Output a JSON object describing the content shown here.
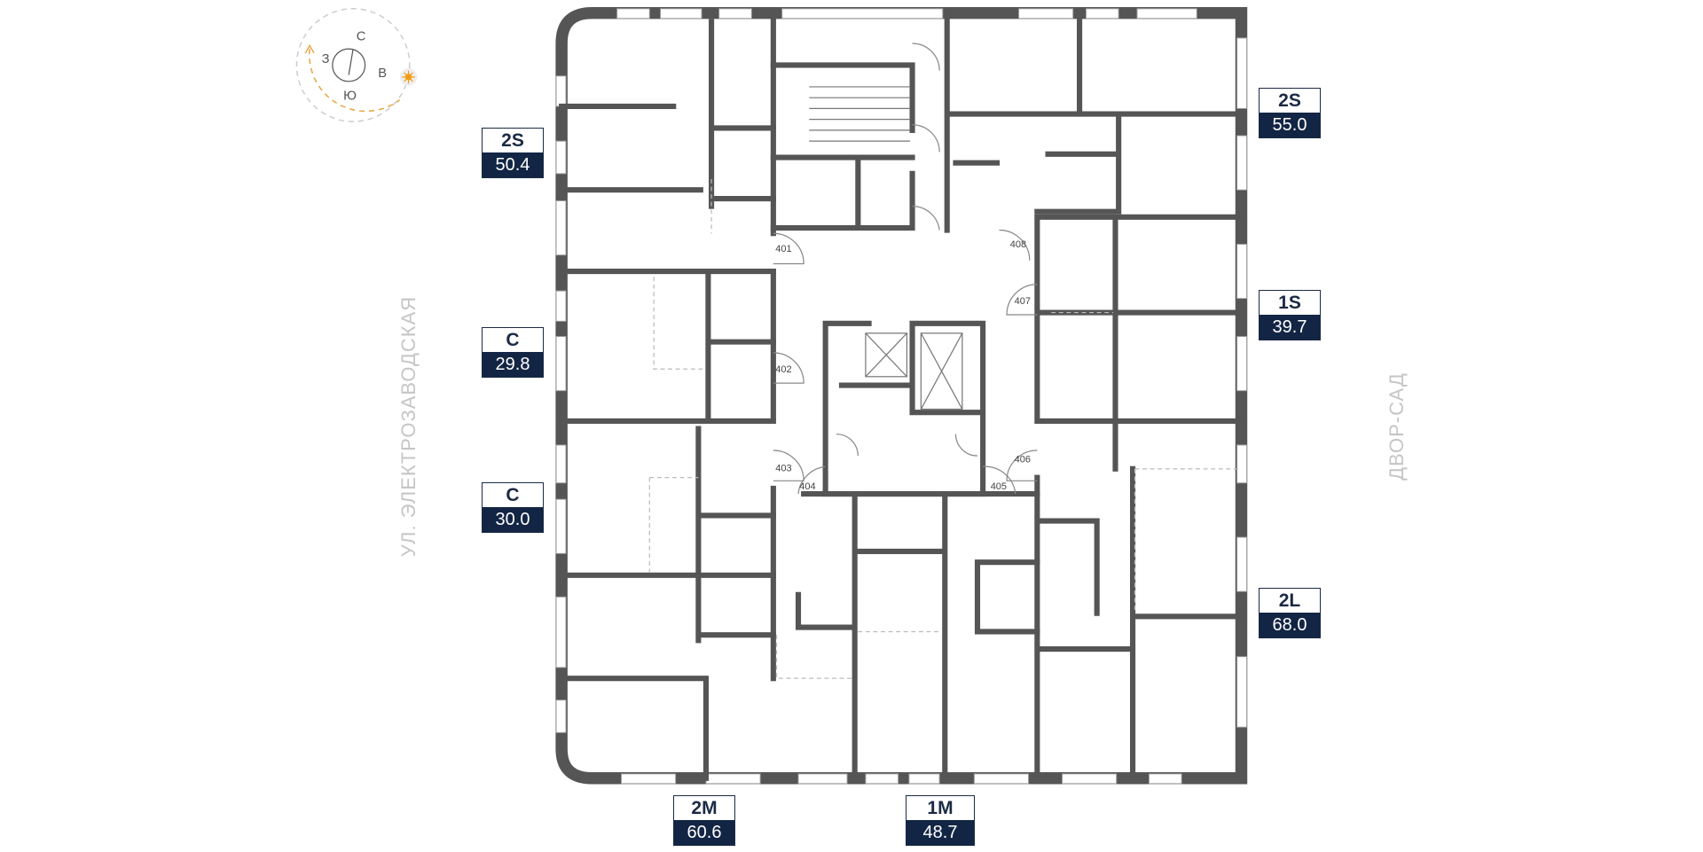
{
  "compass": {
    "north": "С",
    "east": "В",
    "south": "Ю",
    "west": "З",
    "sun_icon": "sun-icon"
  },
  "streets": {
    "left": "УЛ. ЭЛЕКТРОЗАВОДСКАЯ",
    "right": "ДВОР-САД"
  },
  "apartments": [
    {
      "type": "2S",
      "area": "50.4"
    },
    {
      "type": "C",
      "area": "29.8"
    },
    {
      "type": "C",
      "area": "30.0"
    },
    {
      "type": "2S",
      "area": "55.0"
    },
    {
      "type": "1S",
      "area": "39.7"
    },
    {
      "type": "2L",
      "area": "68.0"
    },
    {
      "type": "2M",
      "area": "60.6"
    },
    {
      "type": "1M",
      "area": "48.7"
    }
  ],
  "door_numbers": [
    "401",
    "402",
    "403",
    "404",
    "405",
    "406",
    "407",
    "408"
  ],
  "colors": {
    "wall": "#555555",
    "badge": "#132544",
    "sun": "#f39c12"
  }
}
